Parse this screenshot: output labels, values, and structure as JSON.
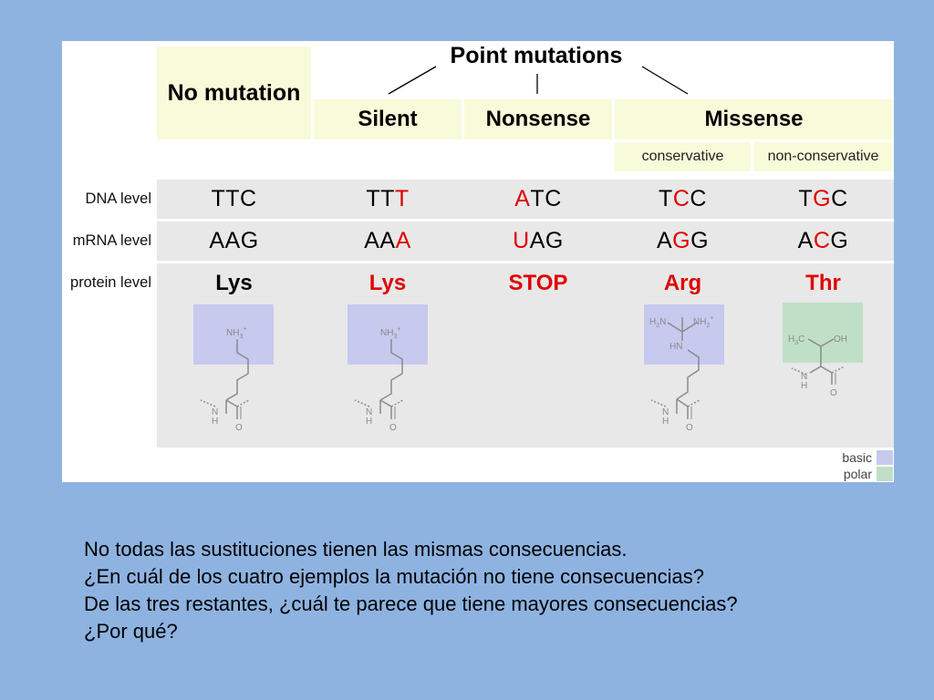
{
  "header": {
    "point_mutations": "Point mutations",
    "no_mutation": "No mutation",
    "silent": "Silent",
    "nonsense": "Nonsense",
    "missense": "Missense",
    "conservative": "conservative",
    "non_conservative": "non-conservative"
  },
  "row_labels": {
    "dna": "DNA level",
    "mrna": "mRNA level",
    "protein": "protein level"
  },
  "columns": [
    {
      "dna": [
        {
          "t": "TTC",
          "mut": false
        }
      ],
      "mrna": [
        {
          "t": "AAG",
          "mut": false
        }
      ],
      "protein": {
        "t": "Lys",
        "mut": false
      }
    },
    {
      "dna": [
        {
          "t": "TT",
          "mut": false
        },
        {
          "t": "T",
          "mut": true
        }
      ],
      "mrna": [
        {
          "t": "AA",
          "mut": false
        },
        {
          "t": "A",
          "mut": true
        }
      ],
      "protein": {
        "t": "Lys",
        "mut": true
      }
    },
    {
      "dna": [
        {
          "t": "A",
          "mut": true
        },
        {
          "t": "TC",
          "mut": false
        }
      ],
      "mrna": [
        {
          "t": "U",
          "mut": true
        },
        {
          "t": "AG",
          "mut": false
        }
      ],
      "protein": {
        "t": "STOP",
        "mut": true
      }
    },
    {
      "dna": [
        {
          "t": "T",
          "mut": false
        },
        {
          "t": "C",
          "mut": true
        },
        {
          "t": "C",
          "mut": false
        }
      ],
      "mrna": [
        {
          "t": "A",
          "mut": false
        },
        {
          "t": "G",
          "mut": true
        },
        {
          "t": "G",
          "mut": false
        }
      ],
      "protein": {
        "t": "Arg",
        "mut": true
      }
    },
    {
      "dna": [
        {
          "t": "T",
          "mut": false
        },
        {
          "t": "G",
          "mut": true
        },
        {
          "t": "C",
          "mut": false
        }
      ],
      "mrna": [
        {
          "t": "A",
          "mut": false
        },
        {
          "t": "C",
          "mut": true
        },
        {
          "t": "G",
          "mut": false
        }
      ],
      "protein": {
        "t": "Thr",
        "mut": true
      }
    }
  ],
  "chem": {
    "nh3": "NH3+",
    "nh": "N",
    "h": "H",
    "o": "O",
    "h2n": "H2N",
    "nh2": "NH2+",
    "hn": "HN",
    "h3c": "H3C",
    "oh": "OH"
  },
  "legend": {
    "basic": "basic",
    "polar": "polar"
  },
  "colors": {
    "mutation": "#e00000",
    "basic": "#c7c9ee",
    "polar": "#bfe0c6",
    "header_bg": "#f8fbd9",
    "row_bg": "#e8e8e8",
    "slide_bg": "#8eb3e1"
  },
  "caption": [
    "No todas las sustituciones tienen las mismas consecuencias.",
    "¿En cuál de los cuatro ejemplos la mutación no tiene consecuencias?",
    "De las tres restantes, ¿cuál te parece que tiene mayores consecuencias?",
    "¿Por qué?"
  ]
}
